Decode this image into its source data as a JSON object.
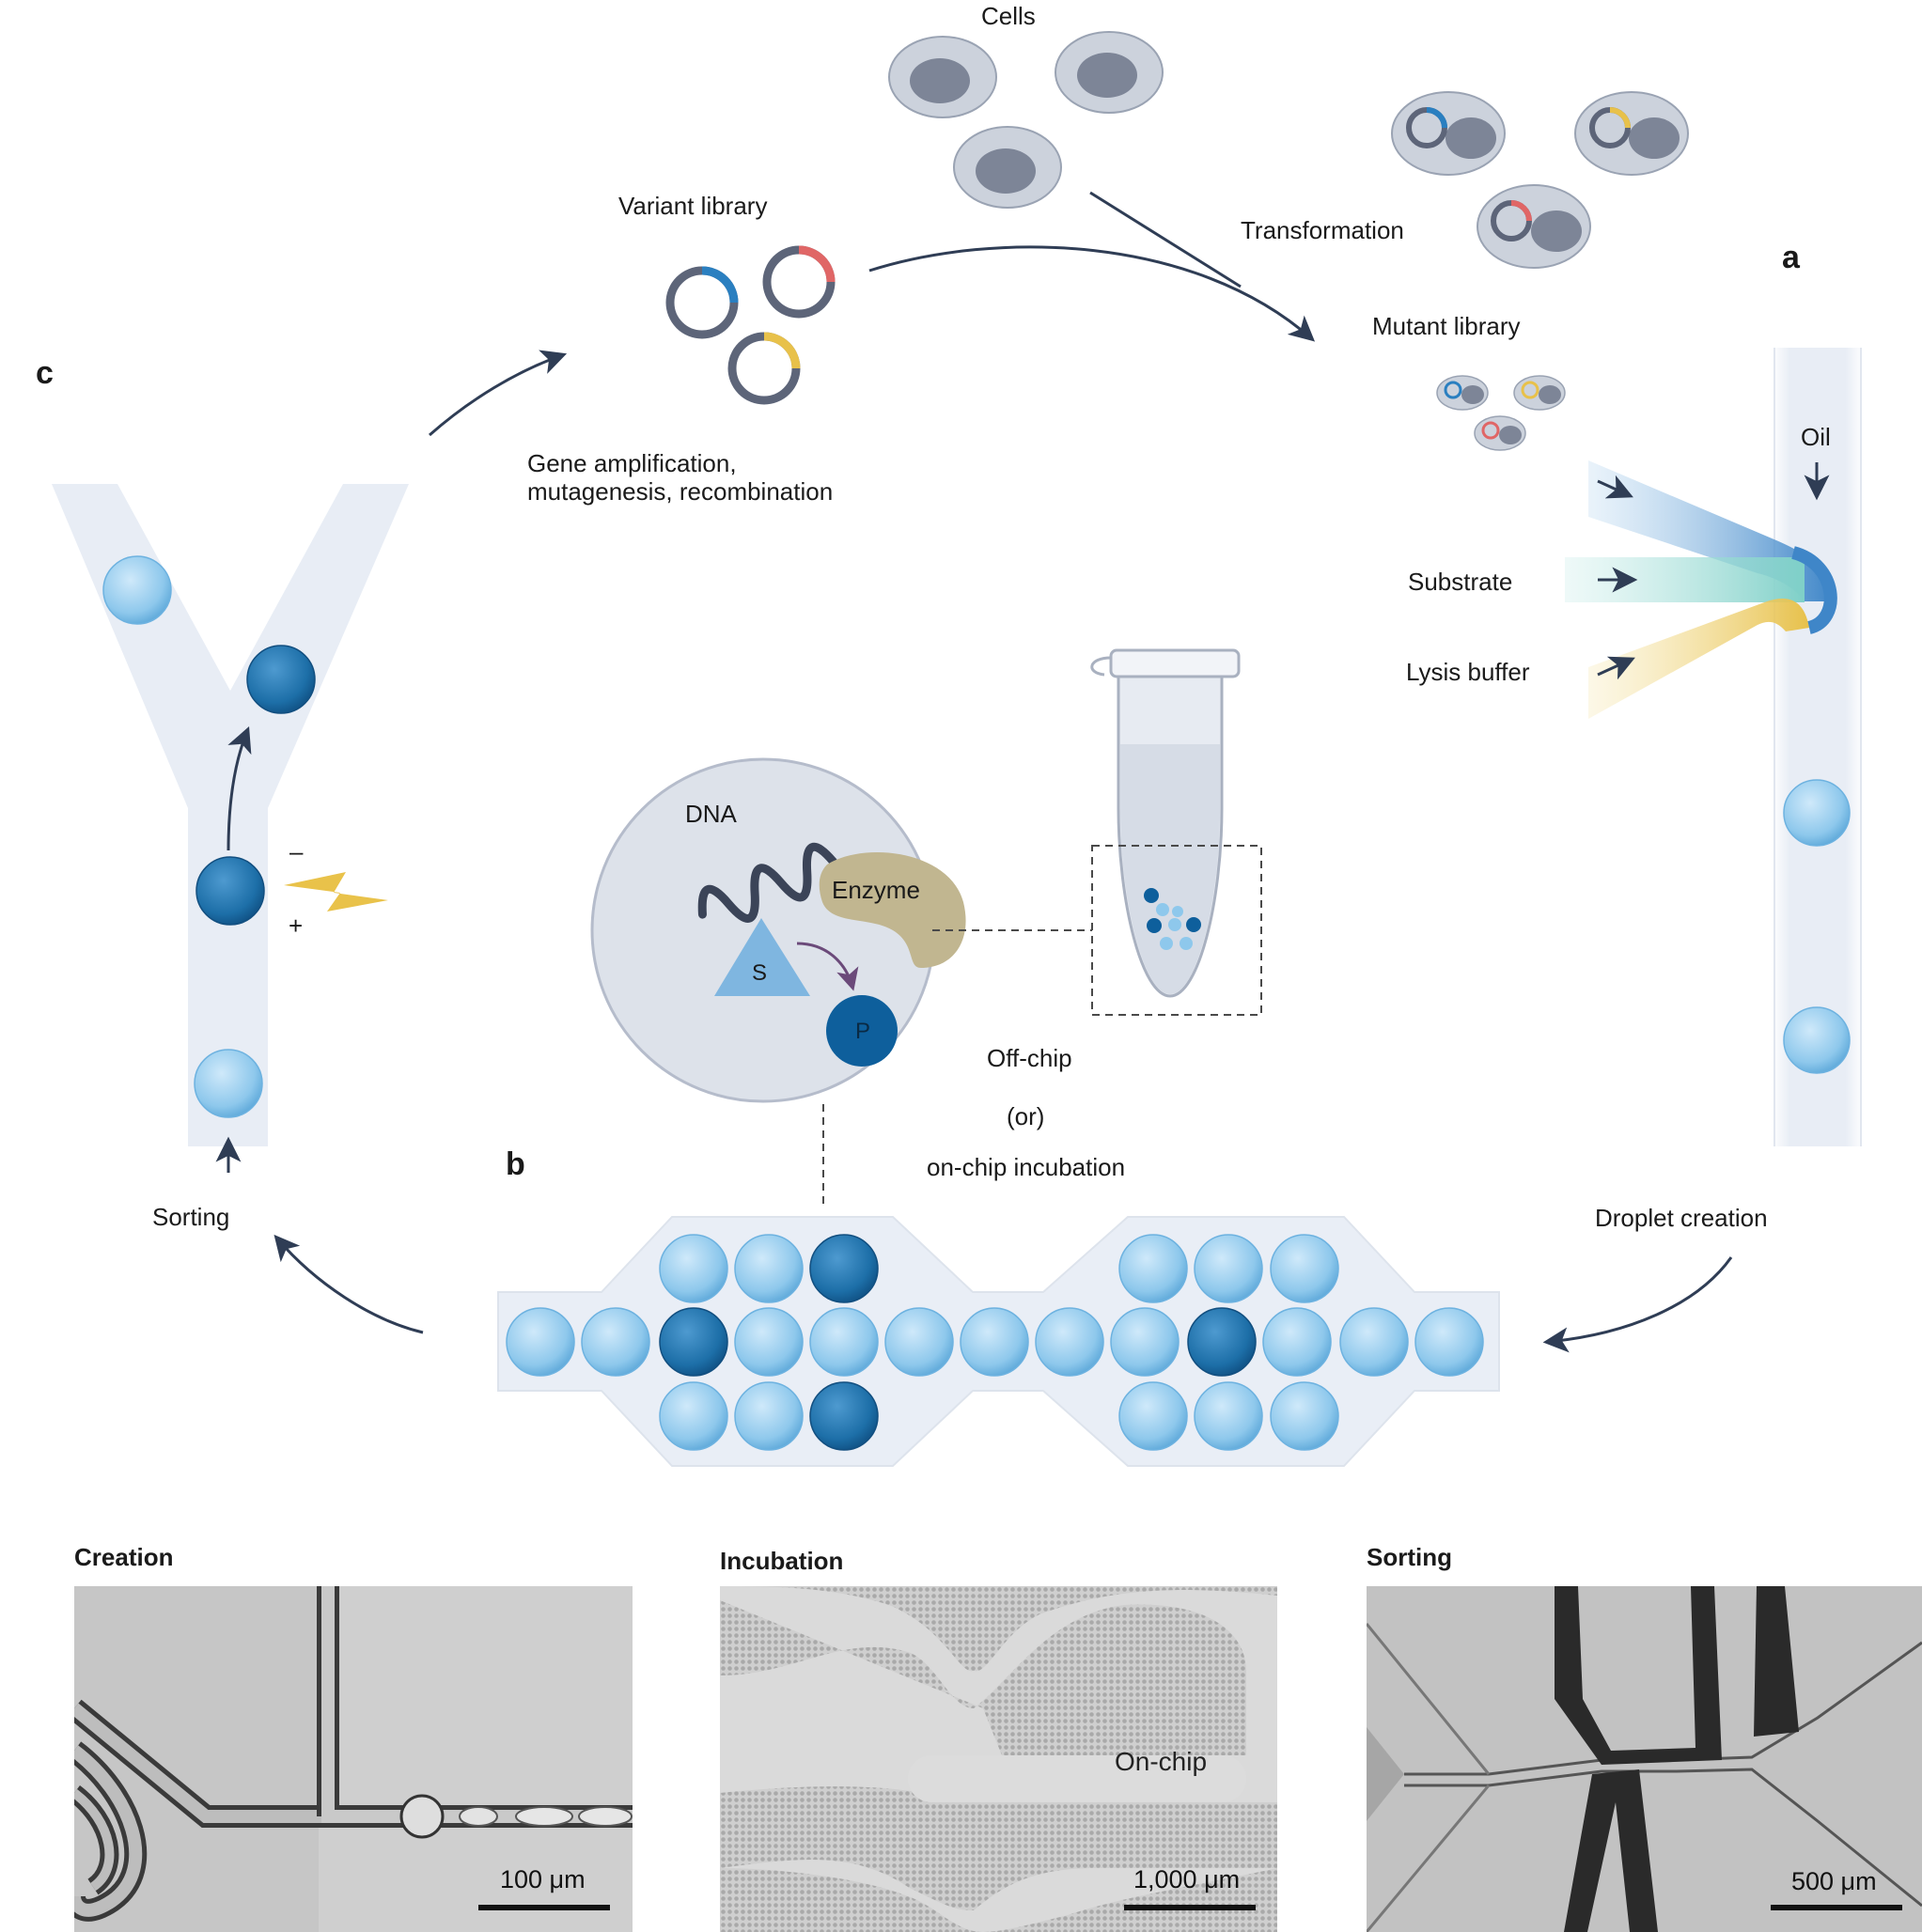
{
  "panels": {
    "a": "a",
    "b": "b",
    "c": "c"
  },
  "labels": {
    "cells": "Cells",
    "variant_library": "Variant library",
    "transformation": "Transformation",
    "mutant_library": "Mutant library",
    "gene_amp_line1": "Gene amplification,",
    "gene_amp_line2": "mutagenesis, recombination",
    "oil": "Oil",
    "substrate": "Substrate",
    "lysis_buffer": "Lysis buffer",
    "dna": "DNA",
    "enzyme": "Enzyme",
    "s": "S",
    "p": "P",
    "off_chip": "Off-chip",
    "or": "(or)",
    "on_chip_incubation": "on-chip incubation",
    "sorting": "Sorting",
    "droplet_creation": "Droplet creation",
    "minus": "–",
    "plus": "+"
  },
  "micrographs": [
    {
      "title": "Creation",
      "scale": "100 μm"
    },
    {
      "title": "Incubation",
      "scale": "1,000 μm",
      "inset_label": "On-chip"
    },
    {
      "title": "Sorting",
      "scale": "500 μm"
    }
  ],
  "colors": {
    "light_droplet": "#8ec8ec",
    "dark_droplet": "#1d6fa8",
    "channel": "#e9eef6",
    "cell": "#c5cbd6",
    "nucleus": "#7d8597",
    "plasmid": "#5d6579",
    "blue_accent": "#2a7fc0",
    "red_accent": "#e06666",
    "yellow_accent": "#e8c14a",
    "substrate_teal": "#7fd0c8",
    "enzyme": "#c1b690",
    "arrow": "#2f3d55",
    "bolt": "#e9c24a"
  }
}
